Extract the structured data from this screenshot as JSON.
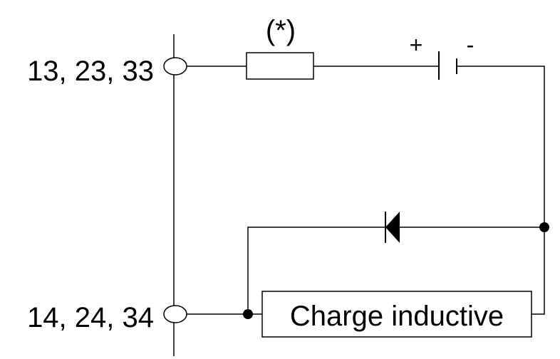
{
  "terminals": {
    "top": "13, 23, 33",
    "bottom": "14, 24, 34"
  },
  "fuse_note": "(*)",
  "battery": {
    "plus": "+",
    "minus": "-"
  },
  "load": {
    "label": "Charge inductive"
  },
  "colors": {
    "line": "#000000",
    "background": "#ffffff"
  }
}
